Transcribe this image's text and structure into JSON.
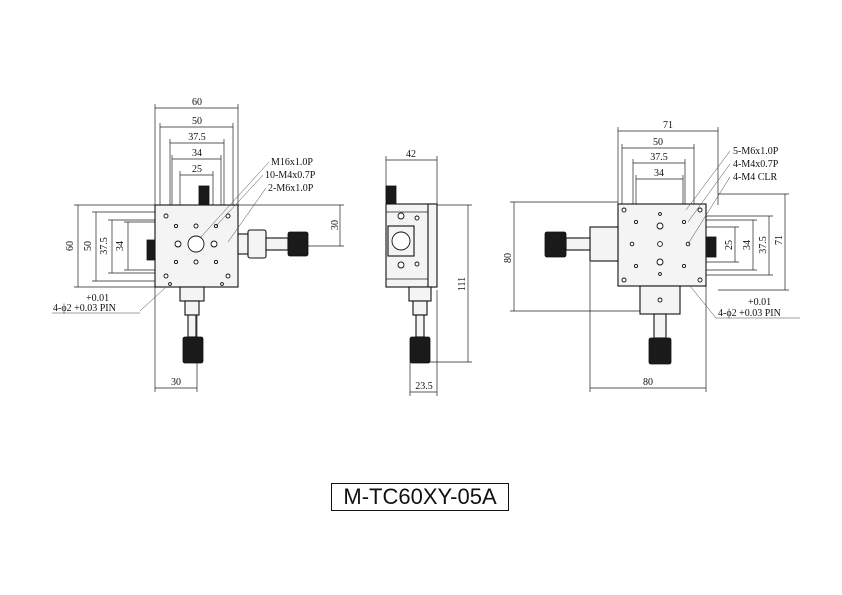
{
  "model_label": "M-TC60XY-05A",
  "left_view": {
    "dims_top": [
      "60",
      "50",
      "37.5",
      "34",
      "25"
    ],
    "dims_left": [
      "60",
      "50",
      "37.5",
      "34"
    ],
    "dim_right": "30",
    "dim_bottom": "30",
    "notes": [
      "M16x1.0P",
      "10-M4x0.7P",
      "2-M6x1.0P"
    ],
    "pin_tolerance": "+0.01",
    "pin_label": "4-ϕ2 +0.03 PIN"
  },
  "side_view": {
    "dim_top": "42",
    "dim_right": "111",
    "dim_bottom": "23.5"
  },
  "right_view": {
    "dims_top": [
      "71",
      "50",
      "37.5",
      "34"
    ],
    "dims_right": [
      "25",
      "34",
      "37.5",
      "71"
    ],
    "dim_left": "80",
    "dim_bottom": "80",
    "notes": [
      "5-M6x1.0P",
      "4-M4x0.7P",
      "4-M4 CLR"
    ],
    "pin_tolerance": "+0.01",
    "pin_label": "4-ϕ2 +0.03 PIN"
  }
}
